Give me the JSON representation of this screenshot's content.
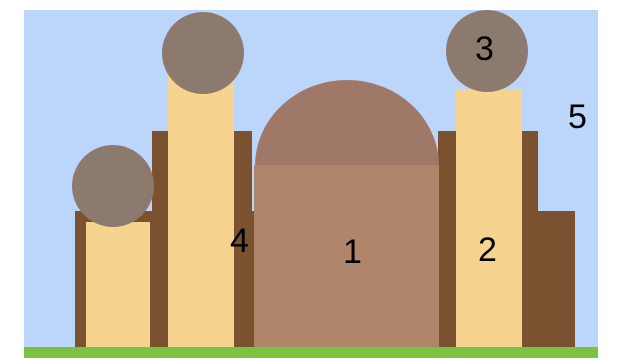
{
  "labels": {
    "one": "1",
    "two": "2",
    "three": "3",
    "four": "4",
    "five": "5"
  },
  "colors": {
    "sky": "#bcd6fb",
    "ground": "#7cc242",
    "wall": "#7a5230",
    "tower": "#f6d48f",
    "dome": "#8c7a6e",
    "main_block": "#af866a",
    "main_dome": "#a07868"
  }
}
